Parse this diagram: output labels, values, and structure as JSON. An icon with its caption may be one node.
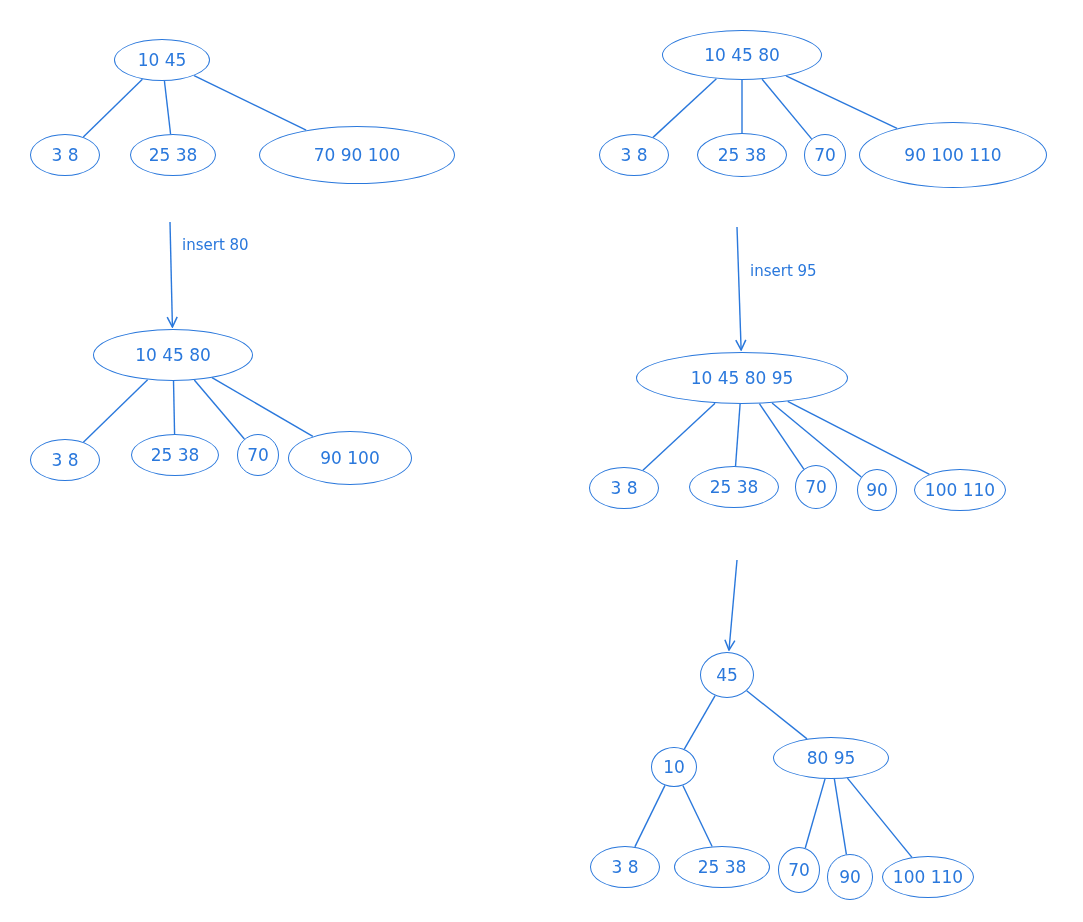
{
  "diagram": {
    "nodes": [
      {
        "text": [
          "10 45"
        ]
      },
      {
        "text": [
          "3 8"
        ]
      },
      {
        "text": [
          "25 38"
        ]
      },
      {
        "text": [
          "70 90 100"
        ]
      },
      {
        "text": [
          "10 45 80"
        ]
      },
      {
        "text": [
          "3 8"
        ]
      },
      {
        "text": [
          "25 38"
        ]
      },
      {
        "text": [
          "70"
        ]
      },
      {
        "text": [
          "90 100"
        ]
      },
      {
        "text": [
          "10 45 80"
        ]
      },
      {
        "text": [
          "3 8"
        ]
      },
      {
        "text": [
          "25 38"
        ]
      },
      {
        "text": [
          "70"
        ]
      },
      {
        "text": [
          "90 100 110"
        ]
      },
      {
        "text": [
          "10 45 80 95"
        ]
      },
      {
        "text": [
          "3 8"
        ]
      },
      {
        "text": [
          "25 38"
        ]
      },
      {
        "text": [
          "70"
        ]
      },
      {
        "text": [
          "90"
        ]
      },
      {
        "text": [
          "100 110"
        ]
      },
      {
        "text": [
          "45"
        ]
      },
      {
        "text": [
          "10"
        ]
      },
      {
        "text": [
          "80 95"
        ]
      },
      {
        "text": [
          "3 8"
        ]
      },
      {
        "text": [
          "25 38"
        ]
      },
      {
        "text": [
          "70"
        ]
      },
      {
        "text": [
          "90"
        ]
      },
      {
        "text": [
          "100 110"
        ]
      }
    ],
    "edges": [
      {
        "from": 0,
        "to": 1,
        "arrow": "none"
      },
      {
        "from": 0,
        "to": 2,
        "arrow": "none"
      },
      {
        "from": 0,
        "to": 3,
        "arrow": "none"
      },
      {
        "from": null,
        "to": 4,
        "label": "insert 80",
        "arrow": "to"
      },
      {
        "from": 4,
        "to": 5,
        "arrow": "none"
      },
      {
        "from": 4,
        "to": 6,
        "arrow": "none"
      },
      {
        "from": 4,
        "to": 7,
        "arrow": "none"
      },
      {
        "from": 4,
        "to": 8,
        "arrow": "none"
      },
      {
        "from": 9,
        "to": 10,
        "arrow": "none"
      },
      {
        "from": 9,
        "to": 11,
        "arrow": "none"
      },
      {
        "from": 9,
        "to": 12,
        "arrow": "none"
      },
      {
        "from": 9,
        "to": 13,
        "arrow": "none"
      },
      {
        "from": null,
        "to": 14,
        "label": "insert 95",
        "arrow": "to"
      },
      {
        "from": 14,
        "to": 15,
        "arrow": "none"
      },
      {
        "from": 14,
        "to": 16,
        "arrow": "none"
      },
      {
        "from": 14,
        "to": 17,
        "arrow": "none"
      },
      {
        "from": 14,
        "to": 18,
        "arrow": "none"
      },
      {
        "from": 14,
        "to": 19,
        "arrow": "none"
      },
      {
        "from": null,
        "to": 20,
        "arrow": "to"
      },
      {
        "from": 20,
        "to": 21,
        "arrow": "none"
      },
      {
        "from": 20,
        "to": 22,
        "arrow": "none"
      },
      {
        "from": 21,
        "to": 23,
        "arrow": "none"
      },
      {
        "from": 21,
        "to": 24,
        "arrow": "none"
      },
      {
        "from": 22,
        "to": 25,
        "arrow": "none"
      },
      {
        "from": 22,
        "to": 26,
        "arrow": "none"
      },
      {
        "from": 22,
        "to": 27,
        "arrow": "none"
      }
    ]
  }
}
